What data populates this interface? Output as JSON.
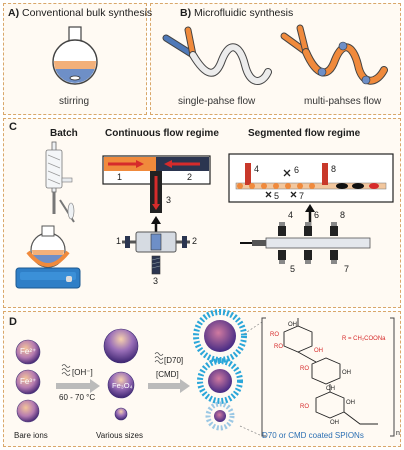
{
  "panel_a": {
    "letter": "A)",
    "title": "Conventional bulk synthesis",
    "caption": "stirring"
  },
  "panel_b": {
    "letter": "B)",
    "title": "Microfluidic synthesis",
    "single_caption": "single-pahse flow",
    "multi_caption": "multi-pahses flow"
  },
  "panel_c": {
    "letter": "C",
    "batch": "Batch",
    "continuous": "Continuous flow regime",
    "segmented": "Segmented flow regime",
    "cont_labels": [
      "1",
      "2",
      "3"
    ],
    "seg_top_labels": [
      "4",
      "8",
      "6",
      "5",
      "7"
    ],
    "seg_bottom_labels": [
      "4",
      "6",
      "8",
      "5",
      "7"
    ]
  },
  "panel_d": {
    "letter": "D",
    "ions": [
      "Fe²⁺",
      "Fe³⁺"
    ],
    "oh": "[OH⁻]",
    "temp": "60 - 70 °C",
    "product": "Fe₃O₄",
    "reagents": [
      "[D70]",
      "[CMD]"
    ],
    "bare_ions": "Bare ions",
    "sizes": "Various sizes",
    "coated": "D70 or CMD coated SPIONs",
    "r_group": "R = CH₂COONa",
    "ro_labels": [
      "RO",
      "RO",
      "RO",
      "RO"
    ],
    "oh_labels": [
      "OH",
      "OH",
      "OH",
      "OH",
      "OH",
      "OH"
    ],
    "n_label": "n"
  },
  "colors": {
    "accent_orange": "#f08a3c",
    "dark_navy": "#2b3550",
    "blue_flow": "#4f79b8",
    "purple": "#5b2a86",
    "cyan_coat": "#2aa6d9",
    "panel_border": "#d9a76a"
  }
}
